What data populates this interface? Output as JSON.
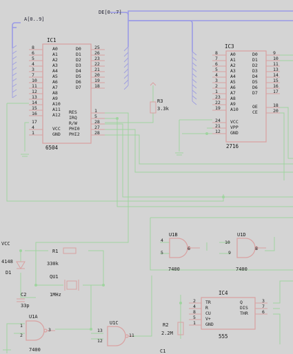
{
  "buses": {
    "address": "A[0..9]",
    "data": "DE[0..7]"
  },
  "ic1": {
    "ref": "IC1",
    "part": "6504",
    "left_pins": [
      "8",
      "6",
      "5",
      "4",
      "3",
      "7",
      "10",
      "11",
      "12",
      "13",
      "14",
      "15",
      "16",
      "17",
      "4",
      "1"
    ],
    "left_names": [
      "A0",
      "A1",
      "A2",
      "A3",
      "A4",
      "A5",
      "A6",
      "A7",
      "A8",
      "A9",
      "A10",
      "A11",
      "A12",
      "VCC",
      "GND"
    ],
    "right_pins": [
      "25",
      "26",
      "23",
      "22",
      "21",
      "20",
      "19",
      "18"
    ],
    "right_names": [
      "D0",
      "D1",
      "D2",
      "D3",
      "D4",
      "D5",
      "D6",
      "D7"
    ],
    "ctrl_pins": [
      "1",
      "5",
      "28",
      "27",
      "28"
    ],
    "ctrl_names": [
      "RES",
      "IRQ",
      "R/W",
      "PHI0",
      "PHI2"
    ]
  },
  "ic3": {
    "ref": "IC3",
    "part": "2716",
    "left_pins": [
      "8",
      "7",
      "6",
      "5",
      "4",
      "3",
      "2",
      "1",
      "23",
      "22",
      "19",
      "24",
      "21",
      "12"
    ],
    "left_names": [
      "A0",
      "A1",
      "A2",
      "A3",
      "A4",
      "A5",
      "A6",
      "A7",
      "A8",
      "A9",
      "A10",
      "VCC",
      "VPP",
      "GND"
    ],
    "right_pins": [
      "9",
      "10",
      "11",
      "13",
      "14",
      "15",
      "16",
      "17",
      "18",
      "20"
    ],
    "right_names": [
      "D0",
      "D1",
      "D2",
      "D3",
      "D4",
      "D5",
      "D6",
      "D7",
      "OE",
      "CE"
    ]
  },
  "r3": {
    "ref": "R3",
    "value": "3.3k"
  },
  "u1b": {
    "ref": "U1B",
    "part": "7400",
    "pins": [
      "4",
      "5",
      "6"
    ]
  },
  "u1d": {
    "ref": "U1D",
    "part": "7400",
    "pins": [
      "10",
      "9",
      "8"
    ]
  },
  "u1a": {
    "ref": "U1A",
    "part": "7400",
    "pins": [
      "1",
      "2",
      "3"
    ]
  },
  "u1c": {
    "ref": "U1C",
    "pins": [
      "13",
      "12",
      "11"
    ]
  },
  "left_net": {
    "vcc": "VCC",
    "d1_part": "4148",
    "d1_ref": "D1",
    "r1_ref": "R1",
    "r1_value": "330k",
    "q1_ref": "QU1",
    "q1_value": "1MHz",
    "c2_ref": "C2",
    "c2_value": "33p"
  },
  "ic4": {
    "ref": "IC4",
    "part": "555",
    "left_pins": [
      "2",
      "4",
      "8",
      "5",
      "1"
    ],
    "left_names": [
      "TR",
      "R",
      "CU",
      "V+",
      "GND"
    ],
    "right_pins": [
      "3",
      "7",
      "6"
    ],
    "right_names": [
      "Q",
      "DIS",
      "THR"
    ]
  },
  "r2": {
    "ref": "R2",
    "value": "2.2M"
  },
  "bottom_ref": "C1"
}
